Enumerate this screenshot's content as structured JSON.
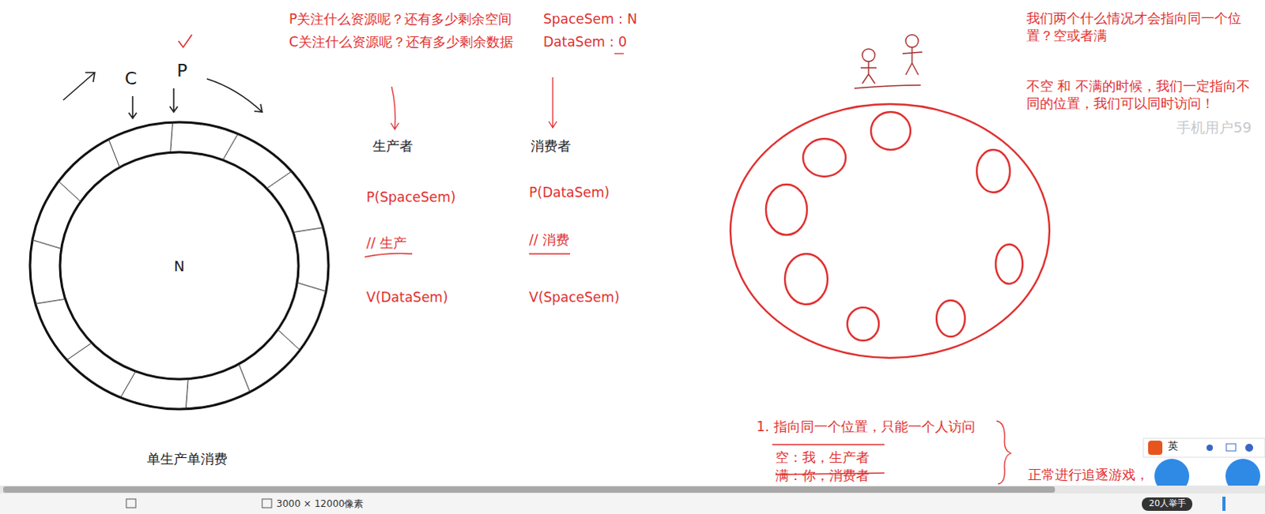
{
  "diagram": {
    "caption": "单生产单消费",
    "nodes": [
      {
        "text": [
          "N"
        ]
      }
    ],
    "labels": [
      "C",
      "P",
      "P关注什么资源呢？还有多少剩余空间",
      "SpaceSem : N",
      "C关注什么资源呢？还有多少剩余数据",
      "DataSem : 0",
      "生产者",
      "消费者",
      "P(SpaceSem)",
      "P(DataSem)",
      "// 生产",
      "// 消费",
      "V(DataSem)",
      "V(SpaceSem)",
      "我们两个什么情况才会指向同一个位置？空或者满",
      "手机用户59",
      "不空 和 不满的时候，我们一定指向不同的位置，我们可以同时访问！",
      "1. 指向同一个位置，只能一个人访问",
      "空：我，生产者",
      "英",
      "满：你，消费者",
      "正常进行追逐游戏，",
      "3000 × 12000像素",
      "20人举手"
    ]
  }
}
